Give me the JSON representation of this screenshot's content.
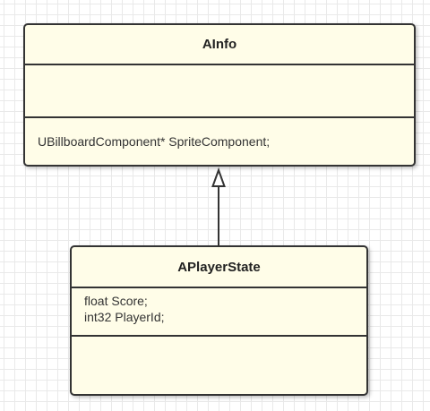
{
  "diagram": {
    "classes": [
      {
        "name": "AInfo",
        "attributes": [],
        "operations_section": [
          "UBillboardComponent* SpriteComponent;"
        ]
      },
      {
        "name": "APlayerState",
        "attributes": [
          "float Score;",
          "int32 PlayerId;"
        ],
        "operations_section": []
      }
    ],
    "relations": [
      {
        "type": "inheritance",
        "from": "APlayerState",
        "to": "AInfo"
      }
    ]
  }
}
